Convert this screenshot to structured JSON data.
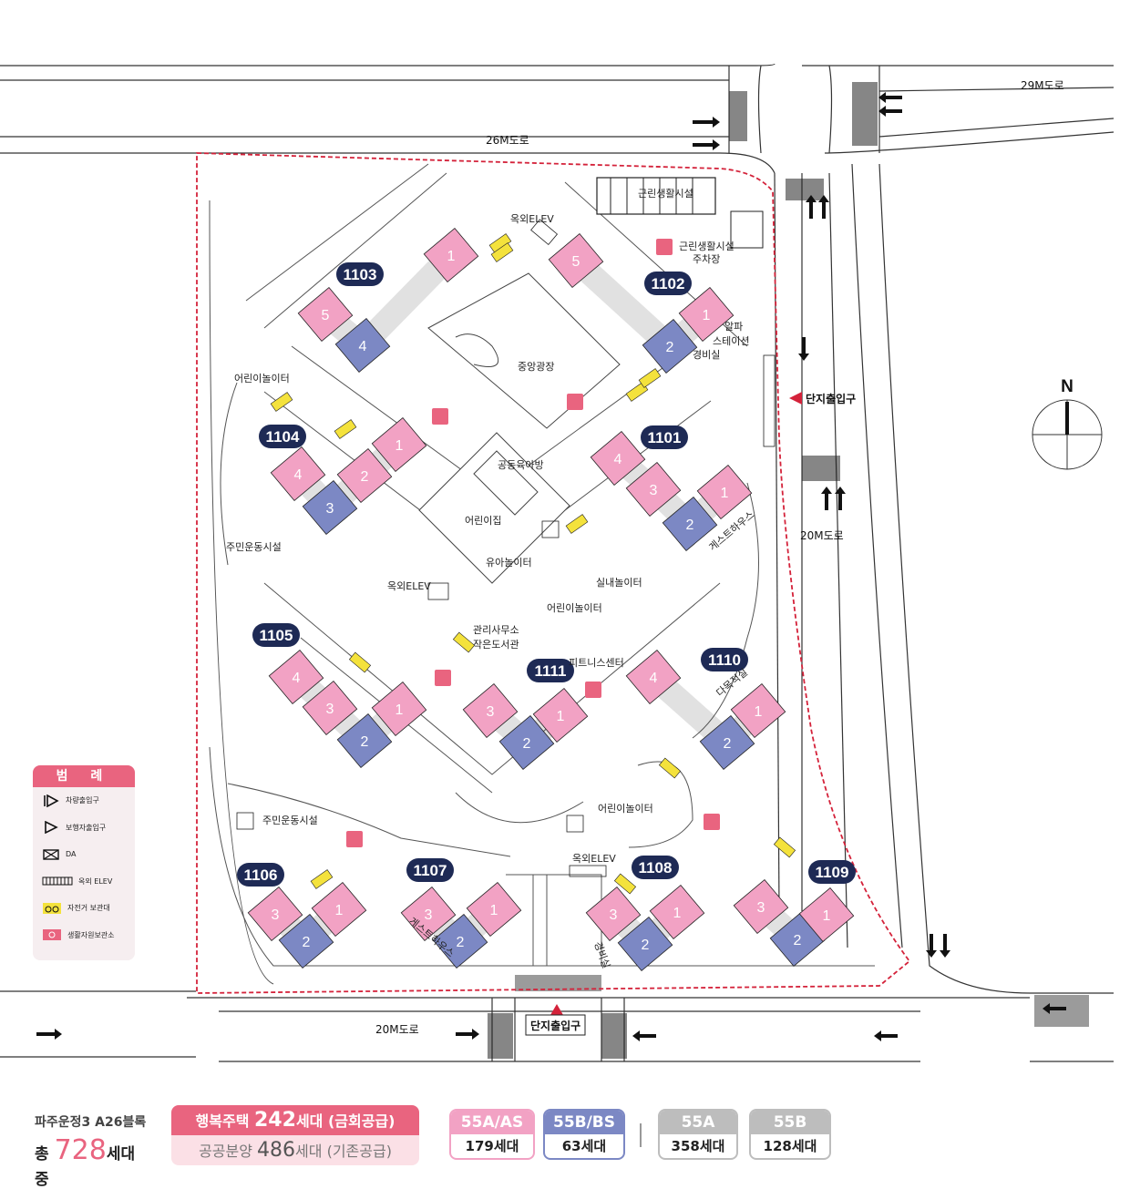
{
  "roads": {
    "r29m": "29M도로",
    "r26m": "26M도로",
    "r20m_east": "20M도로",
    "r20m_south": "20M도로"
  },
  "entrances": {
    "east": "단지출입구",
    "south": "단지출입구"
  },
  "compass": "N",
  "buildings": [
    {
      "id": "1103",
      "units": [
        "5",
        "4",
        "1"
      ]
    },
    {
      "id": "1102",
      "units": [
        "5",
        "2",
        "1"
      ]
    },
    {
      "id": "1104",
      "units": [
        "4",
        "3",
        "2",
        "1"
      ]
    },
    {
      "id": "1101",
      "units": [
        "4",
        "3",
        "2",
        "1"
      ]
    },
    {
      "id": "1105",
      "units": [
        "4",
        "3",
        "2",
        "1"
      ]
    },
    {
      "id": "1111",
      "units": [
        "3",
        "2",
        "1"
      ]
    },
    {
      "id": "1110",
      "units": [
        "4",
        "2",
        "1"
      ]
    },
    {
      "id": "1106",
      "units": [
        "3",
        "2",
        "1"
      ]
    },
    {
      "id": "1107",
      "units": [
        "3",
        "2",
        "1"
      ]
    },
    {
      "id": "1108",
      "units": [
        "3",
        "2",
        "1"
      ]
    },
    {
      "id": "1109",
      "units": [
        "3",
        "2",
        "1"
      ]
    }
  ],
  "facilities": {
    "commercial": "근린생활시설",
    "commercial_parking_1": "근린생활시설",
    "commercial_parking_2": "주차장",
    "outdoor_elev_top": "옥외ELEV",
    "central_plaza": "중앙광장",
    "alpha_station_1": "알파",
    "alpha_station_2": "스테이션",
    "guard_top": "경비실",
    "playground_west": "어린이놀이터",
    "childcare": "공동육아방",
    "daycare": "어린이집",
    "toddler_play": "유아놀이터",
    "guesthouse_east": "게스트하우스",
    "resident_sports_1": "주민운동시설",
    "outdoor_elev_mid": "옥외ELEV",
    "indoor_play": "실내놀이터",
    "playground_mid": "어린이놀이터",
    "office_1": "관리사무소",
    "office_2": "작은도서관",
    "fitness": "피트니스센터",
    "multipurpose": "다목적실",
    "playground_south": "어린이놀이터",
    "resident_sports_2": "주민운동시설",
    "outdoor_elev_south": "옥외ELEV",
    "guesthouse_south": "게스트하우스",
    "guard_south": "경비실"
  },
  "legend": {
    "title": "범 례",
    "items": [
      {
        "icon": "vehicle-entrance-icon",
        "label": "차량출입구"
      },
      {
        "icon": "pedestrian-entrance-icon",
        "label": "보행자출입구"
      },
      {
        "icon": "da-icon",
        "label": "DA"
      },
      {
        "icon": "outdoor-elev-icon",
        "label": "옥외 ELEV"
      },
      {
        "icon": "bicycle-storage-icon",
        "label": "자전거 보관대"
      },
      {
        "icon": "recycle-storage-icon",
        "label": "생활자원보관소"
      }
    ]
  },
  "footer": {
    "block_line1": "파주운정3 A26블록",
    "block_prefix": "총",
    "total": "728",
    "total_suffix": "세대 중",
    "happy_label": "행복주택",
    "happy_count": "242",
    "happy_suffix": "세대 (금회공급)",
    "public_label": "공공분양",
    "public_count": "486",
    "public_suffix": "세대 (기존공급)",
    "types": [
      {
        "name": "55A/AS",
        "count": "179세대",
        "color": "#f2a2c4"
      },
      {
        "name": "55B/BS",
        "count": "63세대",
        "color": "#7c88c4"
      },
      {
        "name": "55A",
        "count": "358세대",
        "color": "#bdbdbd"
      },
      {
        "name": "55B",
        "count": "128세대",
        "color": "#bdbdbd"
      }
    ]
  },
  "colors": {
    "pink": "#f2a2c4",
    "blue": "#7c88c4",
    "navy": "#1e2a55",
    "red": "#d4223a",
    "yellow": "#f4e23c",
    "recycle": "#e9647f"
  }
}
